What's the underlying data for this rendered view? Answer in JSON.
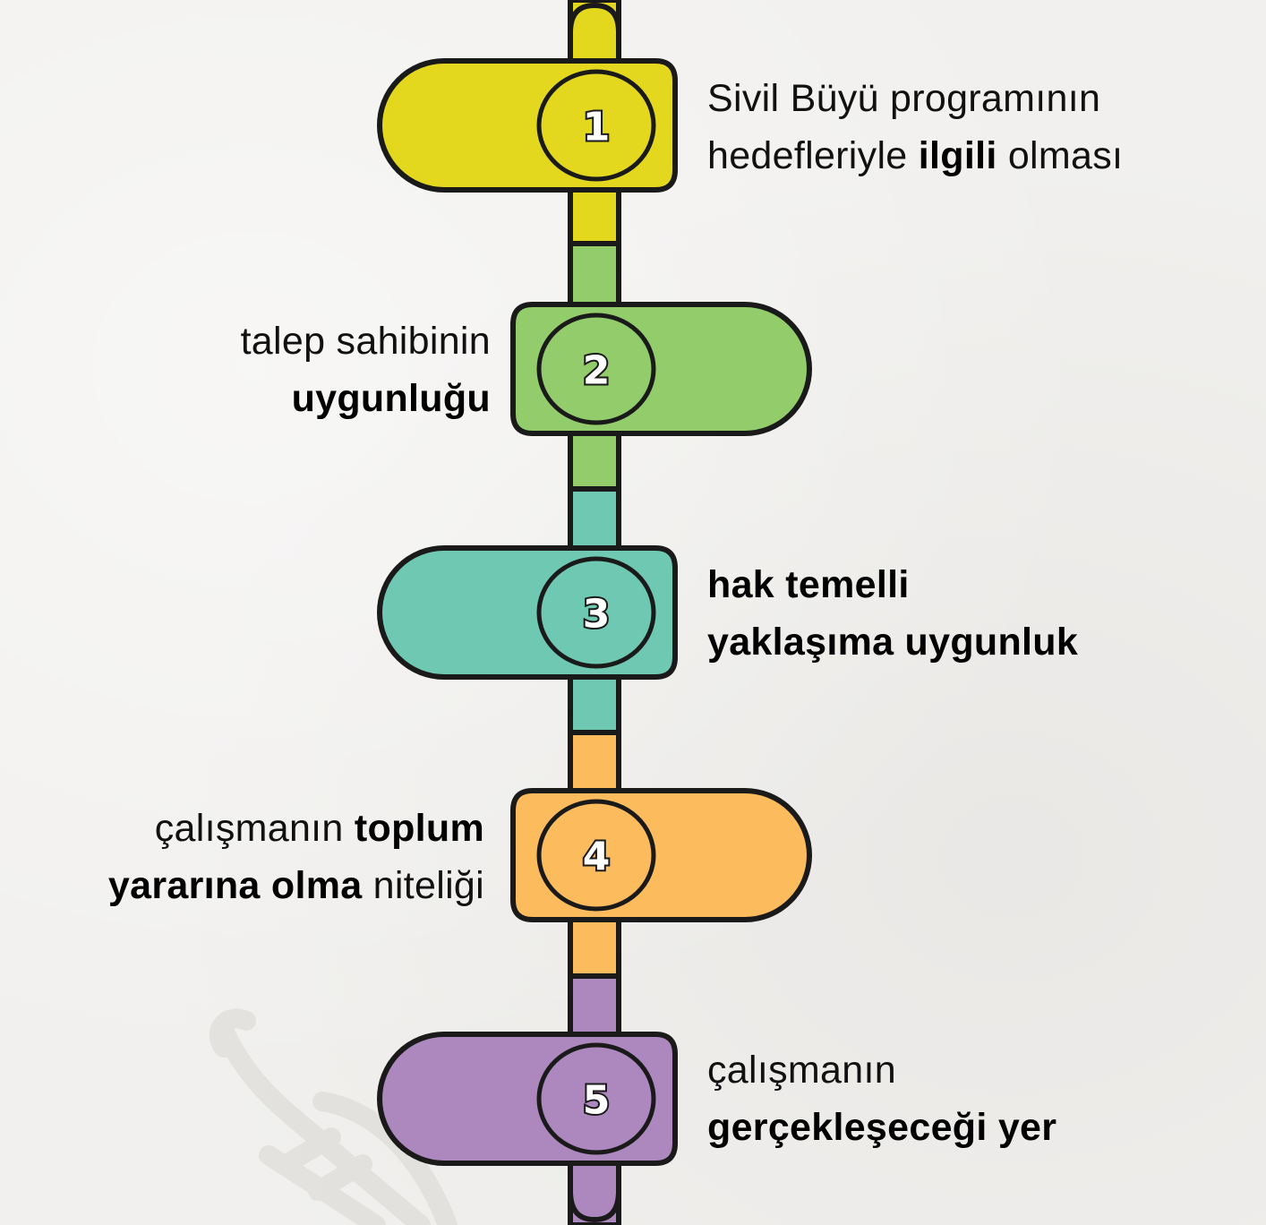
{
  "colors": {
    "step1": "#e3d81e",
    "step2": "#93cc6a",
    "step3": "#6ec8b2",
    "step4": "#fcbb5c",
    "step5": "#ad88bf",
    "outline": "#1a1a1a"
  },
  "steps": [
    {
      "number": "1",
      "lines": [
        [
          {
            "text": "Sivil Büyü programının",
            "bold": false
          }
        ],
        [
          {
            "text": "hedefleriyle ",
            "bold": false
          },
          {
            "text": "ilgili",
            "bold": true
          },
          {
            "text": " olması",
            "bold": false
          }
        ]
      ]
    },
    {
      "number": "2",
      "lines": [
        [
          {
            "text": "talep sahibinin",
            "bold": false
          }
        ],
        [
          {
            "text": "uygunluğu",
            "bold": true
          }
        ]
      ]
    },
    {
      "number": "3",
      "lines": [
        [
          {
            "text": "hak temelli",
            "bold": true
          }
        ],
        [
          {
            "text": "yaklaşıma uygunluk",
            "bold": true
          }
        ]
      ]
    },
    {
      "number": "4",
      "lines": [
        [
          {
            "text": "çalışmanın ",
            "bold": false
          },
          {
            "text": "toplum",
            "bold": true
          }
        ],
        [
          {
            "text": "yararına olma",
            "bold": true
          },
          {
            "text": " niteliği",
            "bold": false
          }
        ]
      ]
    },
    {
      "number": "5",
      "lines": [
        [
          {
            "text": "çalışmanın",
            "bold": false
          }
        ],
        [
          {
            "text": "gerçekleşeceği yer",
            "bold": true
          }
        ]
      ]
    }
  ],
  "watermark_icon": "bee-icon"
}
